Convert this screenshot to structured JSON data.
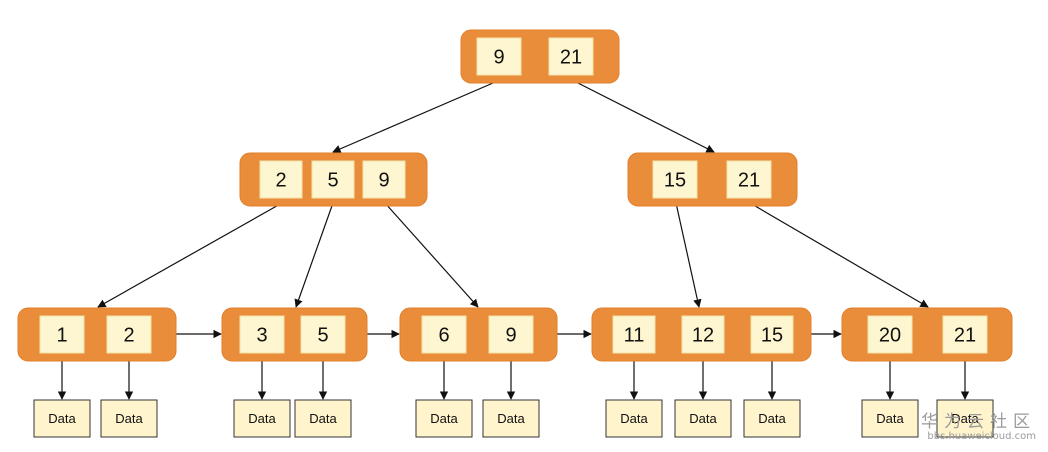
{
  "tree": {
    "root": {
      "keys": [
        "9",
        "21"
      ]
    },
    "internal": [
      {
        "keys": [
          "2",
          "5",
          "9"
        ]
      },
      {
        "keys": [
          "15",
          "21"
        ]
      }
    ],
    "leaves": [
      {
        "keys": [
          "1",
          "2"
        ]
      },
      {
        "keys": [
          "3",
          "5"
        ]
      },
      {
        "keys": [
          "6",
          "9"
        ]
      },
      {
        "keys": [
          "11",
          "12",
          "15"
        ]
      },
      {
        "keys": [
          "20",
          "21"
        ]
      }
    ],
    "data_label": "Data"
  },
  "colors": {
    "node_fill": "#ea8d3b",
    "key_fill": "#fef6d0",
    "data_fill": "#fff4cc",
    "edge": "#111111"
  },
  "watermark": {
    "title": "华为云社区",
    "url": "bbs.huaweicloud.com"
  }
}
